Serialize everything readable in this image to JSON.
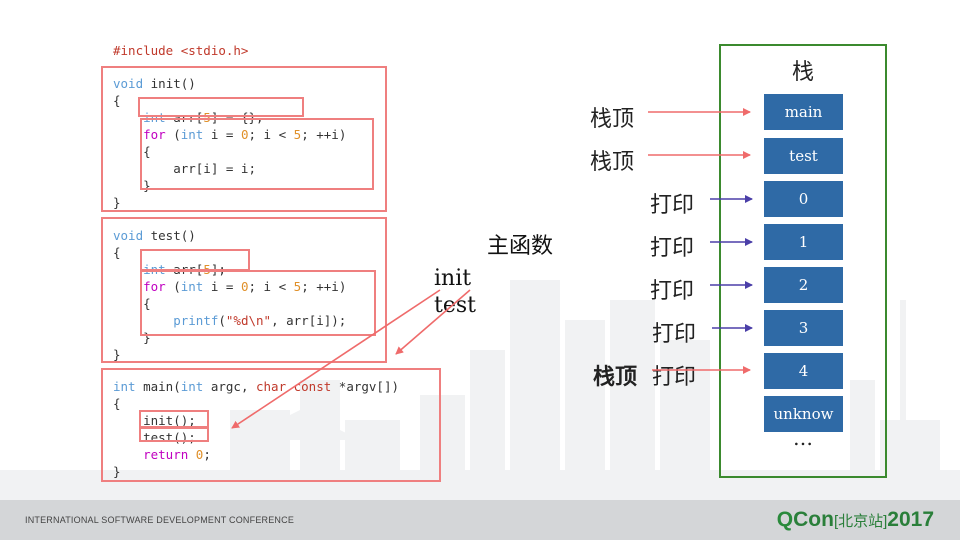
{
  "code": {
    "include": "#include <stdio.h>",
    "init_block": [
      "void init()",
      "{",
      "    int arr[5] = {};",
      "    for (int i = 0; i < 5; ++i)",
      "    {",
      "        arr[i] = i;",
      "    }",
      "}"
    ],
    "test_block": [
      "void test()",
      "{",
      "    int arr[5];",
      "    for (int i = 0; i < 5; ++i)",
      "    {",
      "        printf(\"%d\\n\", arr[i]);",
      "    }",
      "}"
    ],
    "main_block": [
      "int main(int argc, char const *argv[])",
      "{",
      "    init();",
      "    test();",
      "    return 0;",
      "}"
    ]
  },
  "annotations": {
    "main_func": "主函数",
    "init": "init",
    "test": "test"
  },
  "stack": {
    "title": "栈",
    "cells": [
      "main",
      "test",
      "0",
      "1",
      "2",
      "3",
      "4",
      "unknow"
    ],
    "ellipsis": "…"
  },
  "labels": {
    "stack_top": "栈顶",
    "print": "打印"
  },
  "colors": {
    "red_arrow": "#ef6b6b",
    "blue_arrow": "#4b3fa8",
    "stack_cell": "#2f6aa6",
    "stack_border": "#3b8a2e",
    "footer_bg": "#d4d6d8",
    "brand_green": "#2a7f3a"
  },
  "footer": {
    "conference": "INTERNATIONAL SOFTWARE DEVELOPMENT CONFERENCE",
    "brand_q": "Q",
    "brand_con": "Con",
    "brand_city": "[北京站]",
    "brand_year": "2017"
  }
}
